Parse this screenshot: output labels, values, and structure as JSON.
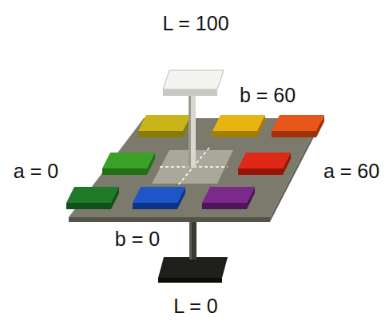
{
  "diagram": {
    "labels": [
      "L = 100",
      "b = 60",
      "a = 0",
      "a = 60",
      "b = 0",
      "L = 0"
    ]
  }
}
